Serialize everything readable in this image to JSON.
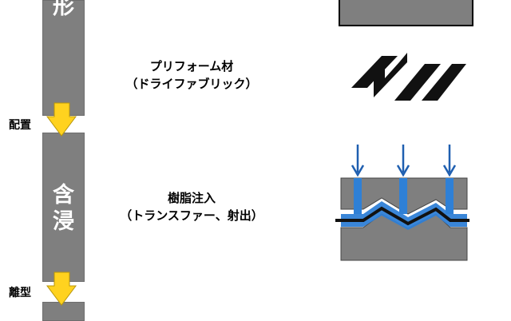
{
  "process_rail": {
    "stages": [
      {
        "label": "形"
      },
      {
        "label": "含浸"
      },
      {
        "label": ""
      }
    ],
    "steps": [
      {
        "label": "配置"
      },
      {
        "label": "離型"
      }
    ]
  },
  "stages": {
    "preform": {
      "line1": "プリフォーム材",
      "line2": "（ドライファブリック）"
    },
    "injection": {
      "line1": "樹脂注入",
      "line2": "（トランスファー、射出）"
    }
  },
  "colors": {
    "rail": "#7f7f7f",
    "arrow": "#ffd21f",
    "mold": "#7f7f7f",
    "resin": "#2f80d6",
    "fabric": "#111111"
  }
}
